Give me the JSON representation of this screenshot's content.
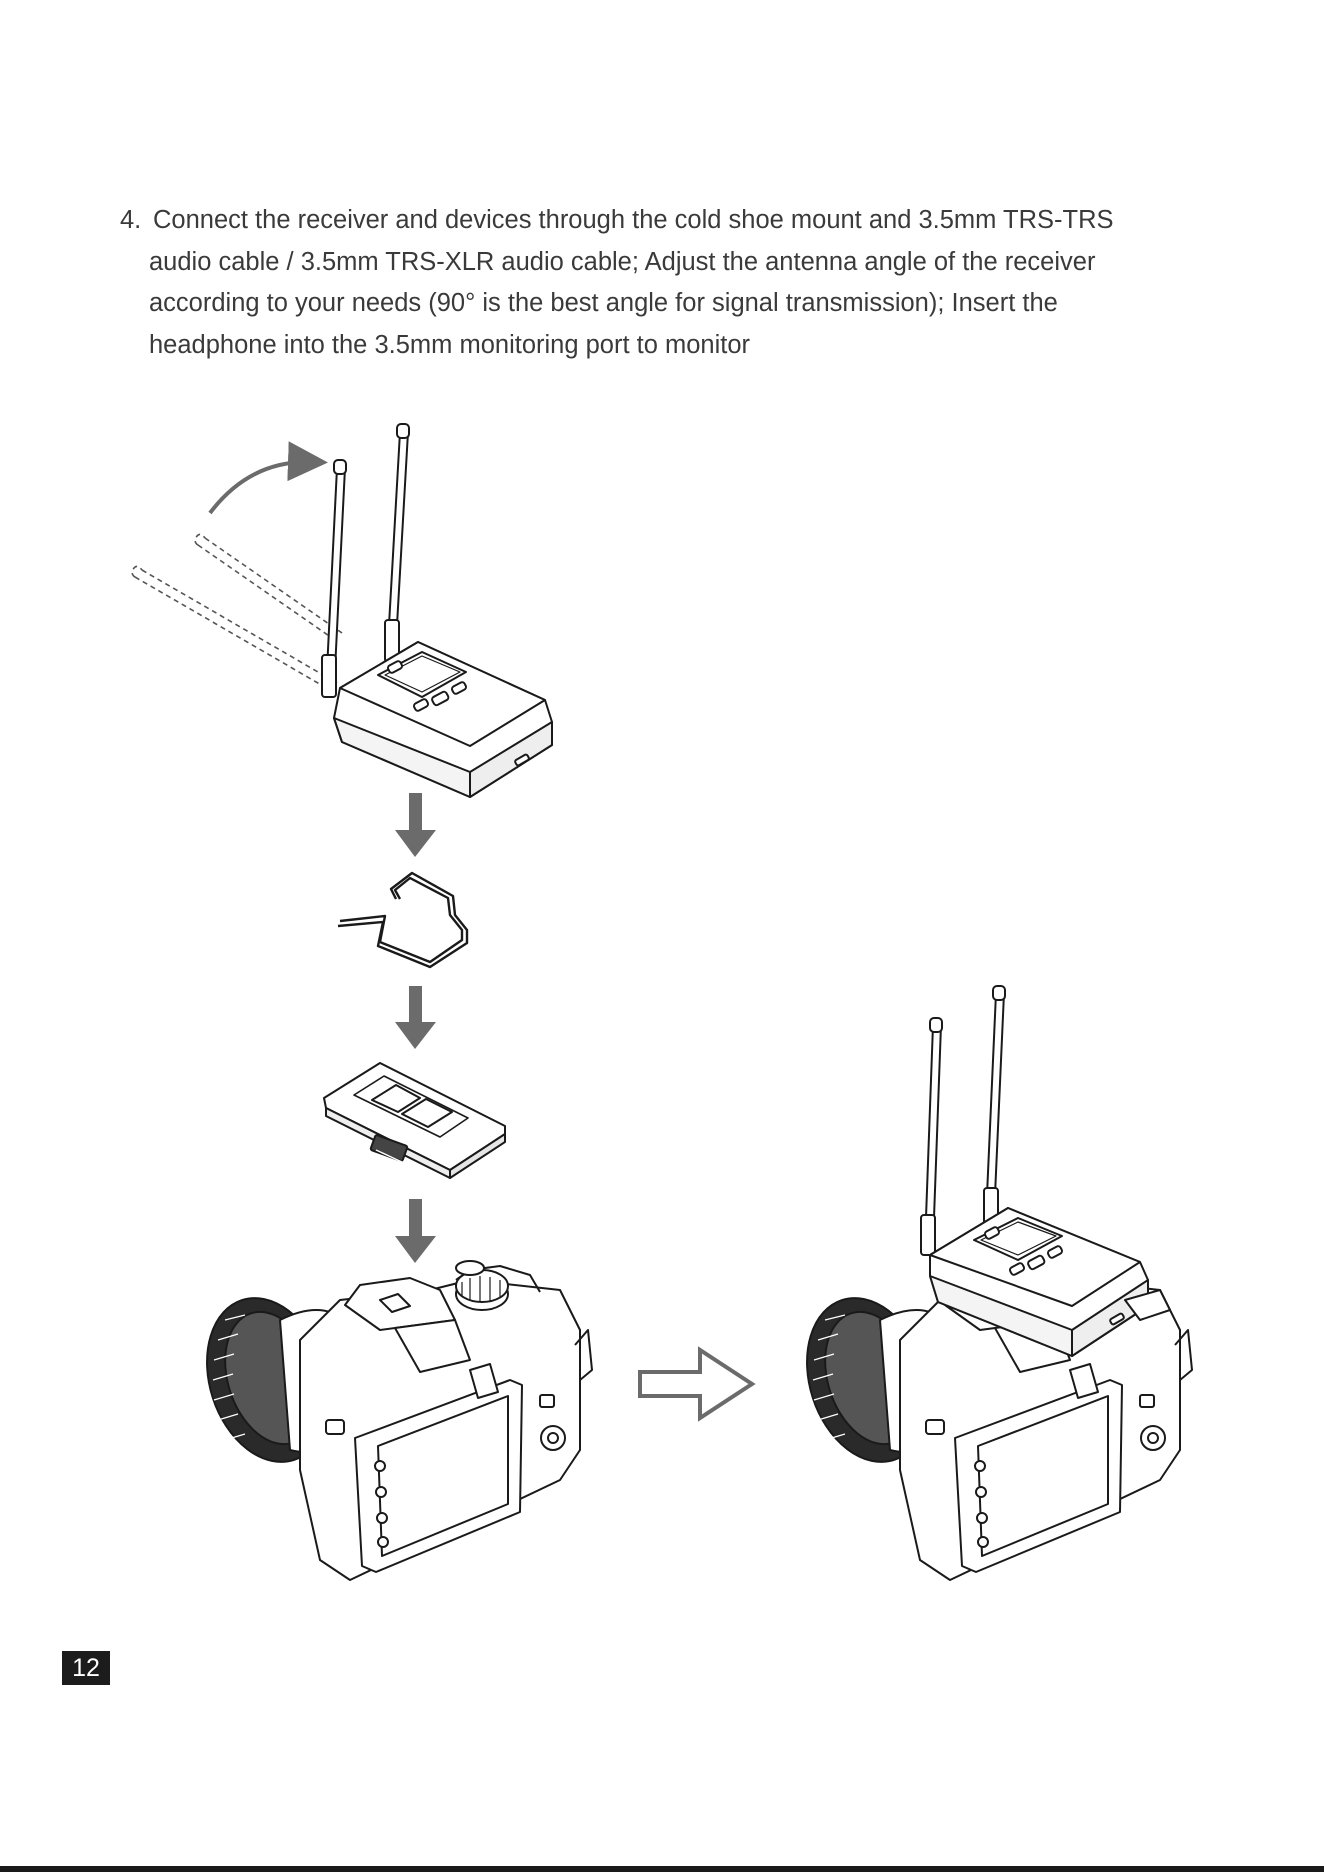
{
  "step": {
    "number": "4.",
    "lines": [
      "Connect the receiver and devices through the cold shoe mount and 3.5mm TRS-TRS",
      "audio cable / 3.5mm TRS-XLR audio cable; Adjust the antenna angle of the receiver",
      "according to your needs (90° is the best angle for signal transmission); Insert the",
      "headphone into the 3.5mm monitoring port to monitor"
    ]
  },
  "page": {
    "number": "12"
  },
  "colors": {
    "text": "#3a3a3a",
    "line_art": "#1a1a1a",
    "arrow_gray": "#6b6b6b",
    "page_badge": "#1c1c1c"
  }
}
